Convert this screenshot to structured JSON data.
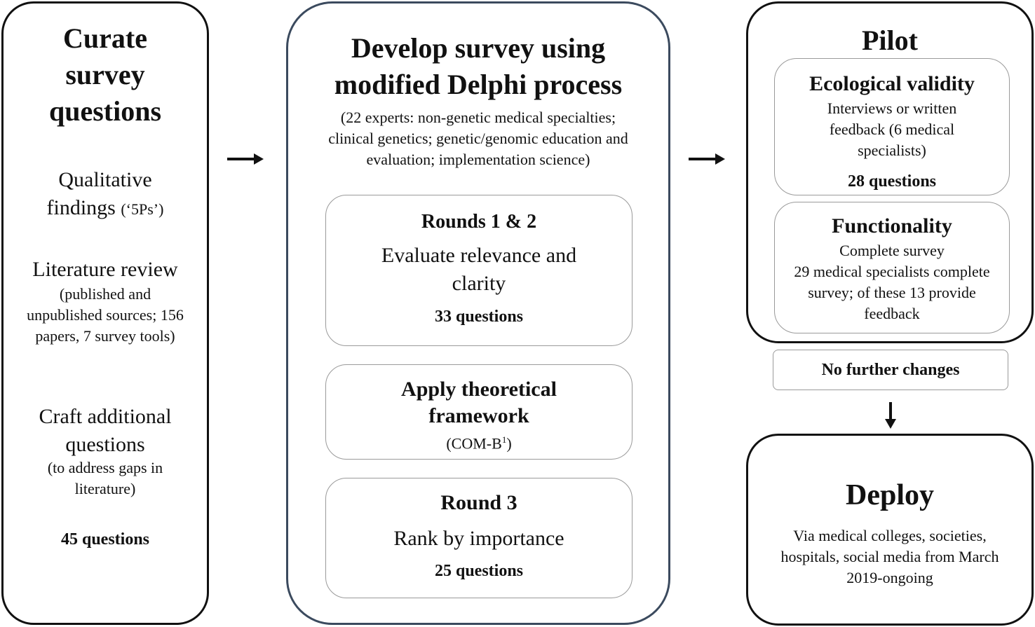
{
  "col1": {
    "title": "Curate survey questions",
    "qual": "Qualitative findings",
    "qual_small": "(‘5Ps’)",
    "lit_title": "Literature review",
    "lit_detail": "(published and unpublished sources; 156 papers, 7 survey tools)",
    "craft_title": "Craft additional questions",
    "craft_detail": "(to address gaps in literature)",
    "count": "45 questions"
  },
  "col2": {
    "title": "Develop survey using modified Delphi process",
    "subtitle": "(22 experts: non-genetic medical specialties; clinical genetics; genetic/genomic education and evaluation; implementation science)",
    "round12": {
      "title": "Rounds 1 & 2",
      "text": "Evaluate relevance and clarity",
      "count": "33 questions"
    },
    "apply": {
      "title": "Apply theoretical framework",
      "detail_main": "(COM-B",
      "detail_sup": "1",
      "detail_end": ")"
    },
    "round3": {
      "title": "Round 3",
      "text": "Rank by importance",
      "count": "25 questions"
    }
  },
  "col3": {
    "pilot_title": "Pilot",
    "eco": {
      "title": "Ecological validity",
      "text": "Interviews or written feedback (6 medical specialists)",
      "count": "28 questions"
    },
    "func": {
      "title": "Functionality",
      "line1": "Complete survey",
      "text": "29 medical specialists complete survey; of these 13 provide feedback"
    },
    "no_changes": "No further changes",
    "deploy_title": "Deploy",
    "deploy_text": "Via medical colleges, societies, hospitals, social media from March 2019-ongoing"
  }
}
